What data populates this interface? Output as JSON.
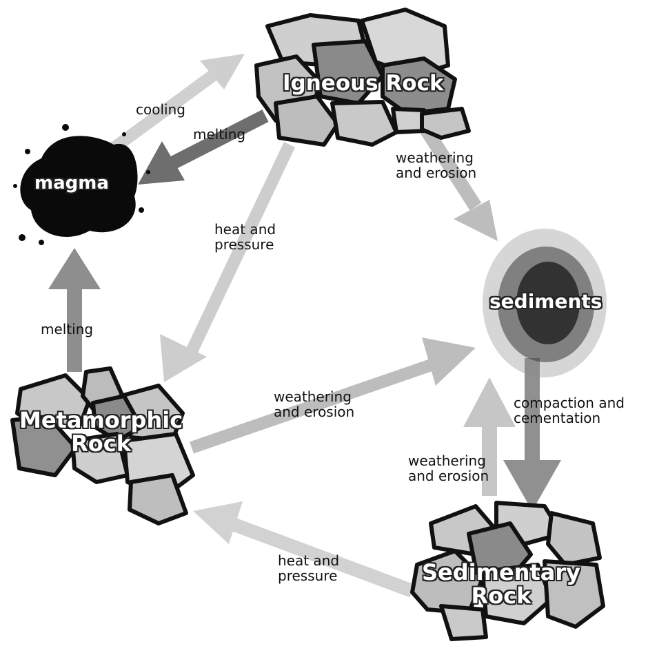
{
  "nodes": {
    "igneous": "Igneous Rock",
    "magma": "magma",
    "sediments": "sediments",
    "metamorphic": "Metamorphic\nRock",
    "sedimentary": "Sedimentary\nRock"
  },
  "edges": {
    "cooling": "cooling",
    "melting_igneous": "melting",
    "weathering_igneous": "weathering\nand erosion",
    "heat_igneous": "heat and\npressure",
    "melting_metamorphic": "melting",
    "weathering_metamorphic": "weathering\nand erosion",
    "compaction": "compaction and\ncementation",
    "weathering_sedimentary": "weathering\nand erosion",
    "heat_sedimentary": "heat and\npressure"
  }
}
